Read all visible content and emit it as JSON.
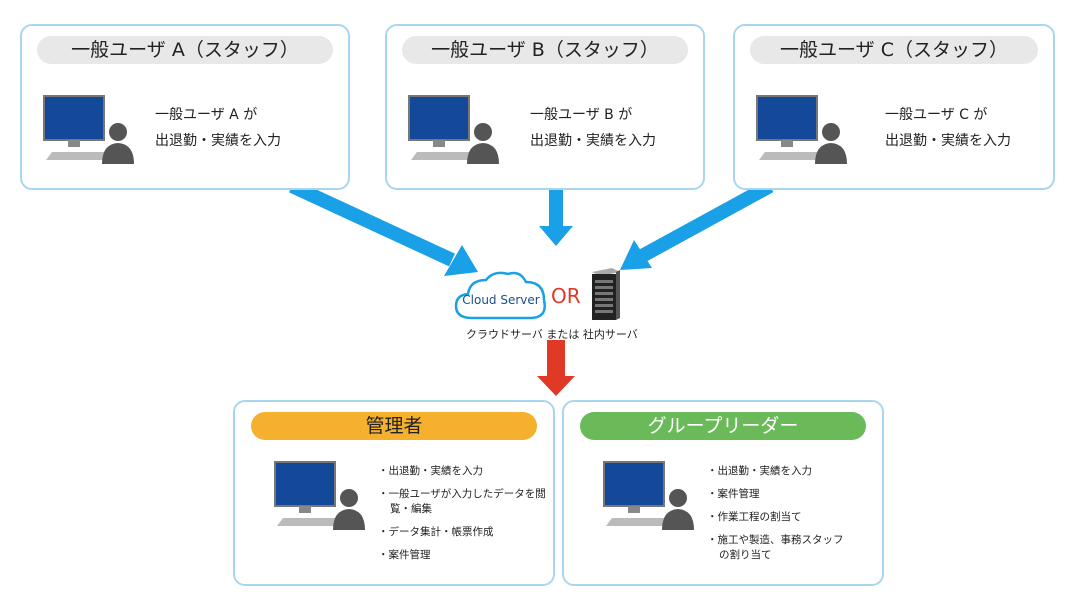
{
  "users": [
    {
      "title": "一般ユーザ A（スタッフ）",
      "line1": "一般ユーザ A が",
      "line2": "出退勤・実績を入力"
    },
    {
      "title": "一般ユーザ B（スタッフ）",
      "line1": "一般ユーザ B が",
      "line2": "出退勤・実績を入力"
    },
    {
      "title": "一般ユーザ C（スタッフ）",
      "line1": "一般ユーザ C が",
      "line2": "出退勤・実績を入力"
    }
  ],
  "server": {
    "cloud_label": "Cloud Server",
    "or_label": "OR",
    "caption": "クラウドサーバ または 社内サーバ"
  },
  "admin": {
    "title": "管理者",
    "items": [
      "出退勤・実績を入力",
      "一般ユーザが入力したデータを閲覧・編集",
      "データ集計・帳票作成",
      "案件管理"
    ]
  },
  "leader": {
    "title": "グループリーダー",
    "items": [
      "出退勤・実績を入力",
      "案件管理",
      "作業工程の割当て",
      "施工や製造、事務スタッフの割り当て"
    ]
  },
  "colors": {
    "box_border": "#a9d6ef",
    "arrow_blue": "#1aa0e6",
    "arrow_red": "#e03a26",
    "pill_gray": "#e8e8e8",
    "pill_orange": "#f5b02d",
    "pill_green": "#6aba5a",
    "monitor_blue": "#14499a"
  }
}
